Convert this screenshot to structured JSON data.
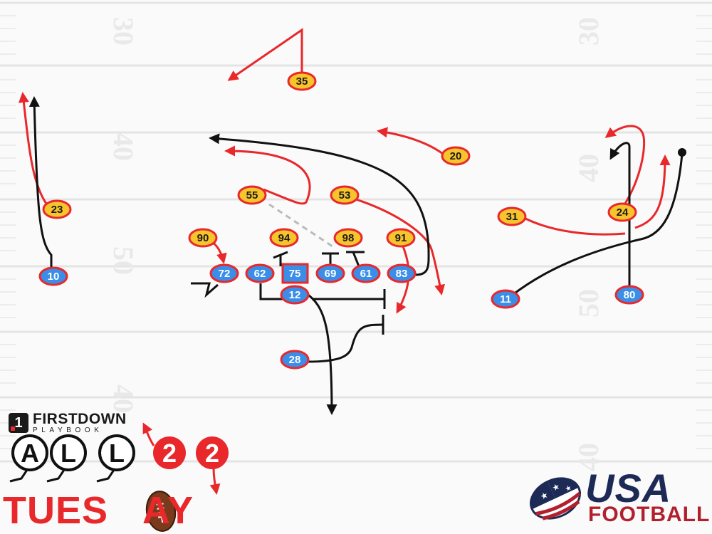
{
  "field": {
    "yard_numbers": [
      "30",
      "40",
      "50",
      "40",
      "30",
      "40",
      "50",
      "40"
    ]
  },
  "offense": {
    "fill": "#3b8ee8",
    "stroke": "#e8282b",
    "players": [
      "10",
      "72",
      "62",
      "75",
      "69",
      "61",
      "83",
      "12",
      "28",
      "11",
      "80"
    ]
  },
  "defense": {
    "fill": "#f7c42c",
    "stroke": "#e8282b",
    "players": [
      "35",
      "20",
      "55",
      "53",
      "90",
      "94",
      "98",
      "91",
      "23",
      "31",
      "24"
    ]
  },
  "branding": {
    "firstdown_top": "FIRSTDOWN",
    "firstdown_bottom": "PLAYBOOK",
    "firstdown_badge": "1",
    "letters": [
      "A",
      "L",
      "L"
    ],
    "twos": [
      "2",
      "2"
    ],
    "tuesday_left": "TUES",
    "tuesday_right": "AY",
    "usa": "USA",
    "football": "FOOTBALL"
  },
  "colors": {
    "route_red": "#e8282b",
    "route_black": "#111111",
    "block_gray": "#bbbbbb",
    "usa_navy": "#1c2a55",
    "usa_red": "#b21f2d"
  }
}
